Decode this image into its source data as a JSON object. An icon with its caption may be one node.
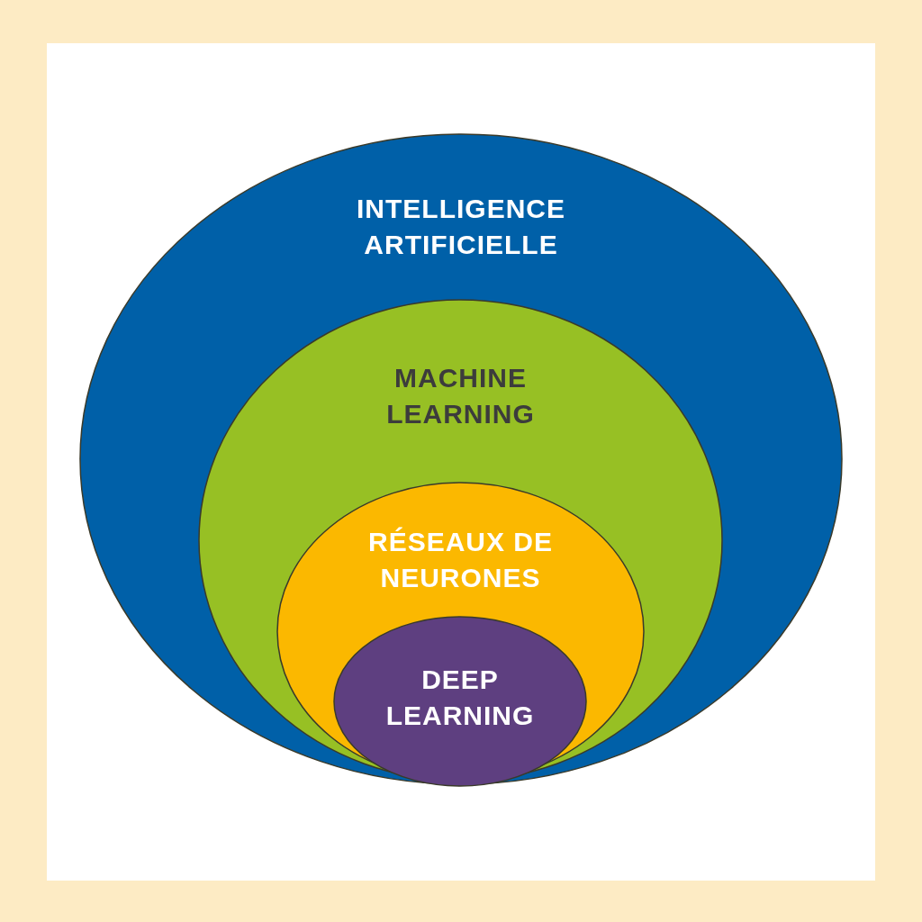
{
  "diagram": {
    "nodes": [
      {
        "text": [
          "INTELLIGENCE ARTIFICIELLE"
        ]
      },
      {
        "text": [
          "MACHINE LEARNING"
        ],
        "in": 0
      },
      {
        "text": [
          "RÉSEAUX DE NEURONES"
        ],
        "in": 1
      },
      {
        "text": [
          "DEEP LEARNING"
        ],
        "in": 2
      }
    ]
  }
}
